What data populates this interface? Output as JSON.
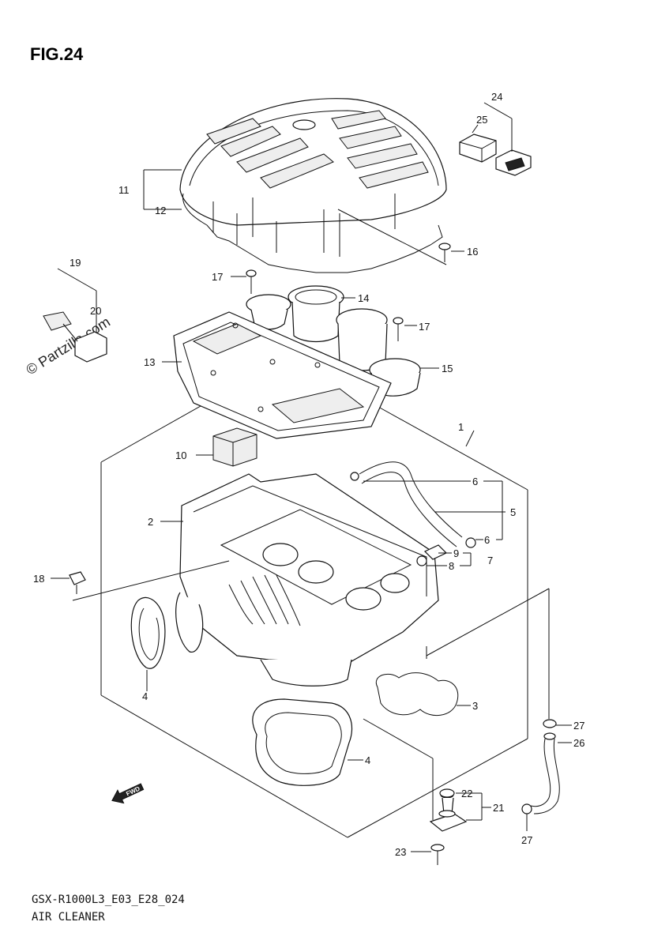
{
  "figure": {
    "title": "FIG.24"
  },
  "watermark": {
    "text": "© Partzilla.com"
  },
  "callouts": {
    "c1": "1",
    "c2": "2",
    "c3": "3",
    "c4a": "4",
    "c4b": "4",
    "c5": "5",
    "c6a": "6",
    "c6b": "6",
    "c7": "7",
    "c8": "8",
    "c9": "9",
    "c10": "10",
    "c11": "11",
    "c12": "12",
    "c13": "13",
    "c14": "14",
    "c15": "15",
    "c16": "16",
    "c17a": "17",
    "c17b": "17",
    "c18": "18",
    "c19": "19",
    "c20": "20",
    "c21": "21",
    "c22": "22",
    "c23": "23",
    "c24": "24",
    "c25": "25",
    "c26": "26",
    "c27a": "27",
    "c27b": "27"
  },
  "fwd": {
    "text": "FWD"
  },
  "footer": {
    "code": "GSX-R1000L3_E03_E28_024",
    "name": "AIR CLEANER"
  }
}
